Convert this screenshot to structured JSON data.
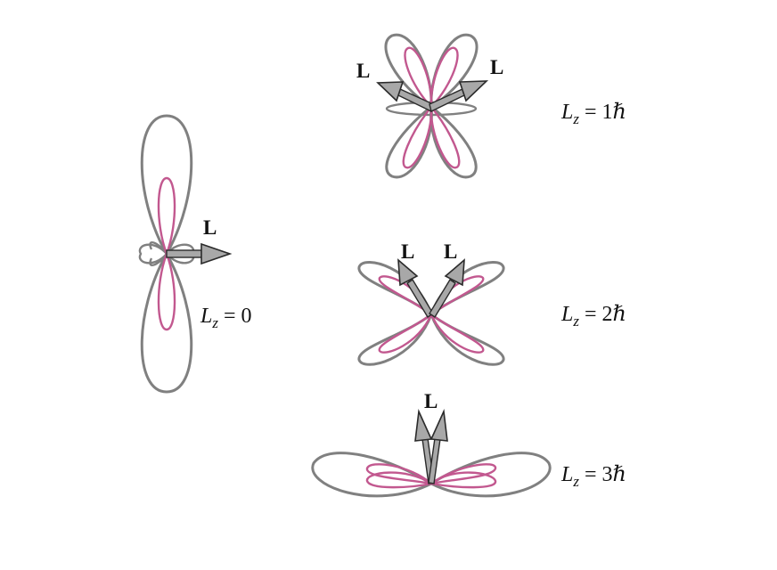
{
  "states": [
    {
      "id": "lz0",
      "vector_symbol": "L",
      "lz_symbol": "L",
      "lz_subscript": "z",
      "lz_value": "= 0"
    },
    {
      "id": "lz1",
      "vector_symbol": "L",
      "lz_symbol": "L",
      "lz_subscript": "z",
      "lz_value": "= 1ℏ"
    },
    {
      "id": "lz2",
      "vector_symbol": "L",
      "lz_symbol": "L",
      "lz_subscript": "z",
      "lz_value": "= 2ℏ"
    },
    {
      "id": "lz3",
      "vector_symbol": "L",
      "lz_symbol": "L",
      "lz_subscript": "z",
      "lz_value": "= 3ℏ"
    }
  ],
  "colors": {
    "outer_lobe": "#808080",
    "inner_lobe": "#c2588f",
    "arrow_fill": "#a8a8a8",
    "arrow_stroke": "#2b2b2b"
  }
}
